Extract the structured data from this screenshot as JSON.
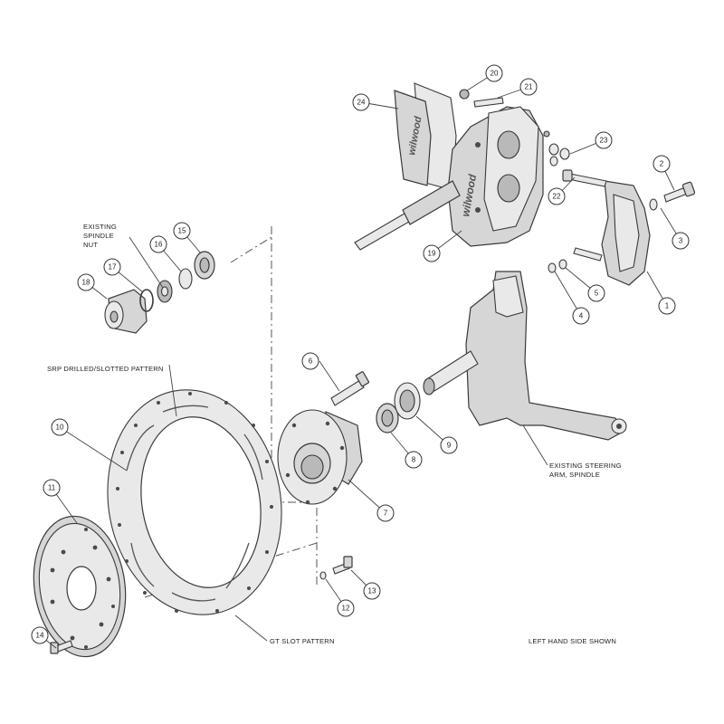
{
  "notes": {
    "existing_spindle_nut": [
      "EXISTING",
      "SPINDLE",
      "NUT"
    ],
    "srp_pattern": "SRP DRILLED/SLOTTED PATTERN",
    "gt_pattern": "GT SLOT PATTERN",
    "steering_arm": [
      "EXISTING STEERING",
      "ARM, SPINDLE"
    ],
    "side_shown": "LEFT HAND SIDE SHOWN"
  },
  "brand_mark": "wilwood",
  "callouts": [
    "1",
    "2",
    "3",
    "4",
    "5",
    "6",
    "7",
    "8",
    "9",
    "10",
    "11",
    "12",
    "13",
    "14",
    "15",
    "16",
    "17",
    "18",
    "19",
    "20",
    "21",
    "22",
    "23",
    "24"
  ],
  "colors": {
    "line": "#3a3a3a",
    "fill": "#d6d6d6",
    "background": "#ffffff"
  }
}
